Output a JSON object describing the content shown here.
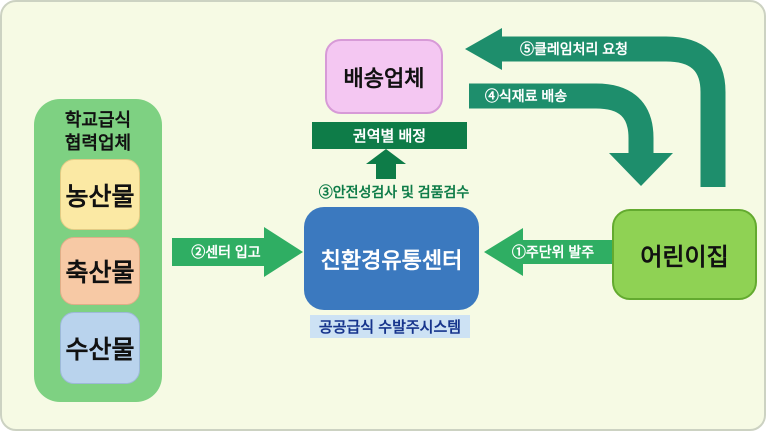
{
  "left_panel": {
    "title_line1": "학교급식",
    "title_line2": "협력업체",
    "items": [
      {
        "label": "농산물"
      },
      {
        "label": "축산물"
      },
      {
        "label": "수산물"
      }
    ]
  },
  "center": {
    "delivery_company_label": "배송업체",
    "regional_assignment_label": "권역별 배정",
    "safety_inspection_label": "③안전성검사 및 검품검수",
    "distribution_center_label": "친환경유통센터",
    "ordering_system_label": "공공급식 수발주시스템"
  },
  "right": {
    "daycare_label": "어린이집"
  },
  "arrows": {
    "weekly_order_label": "①주단위 발주",
    "center_inbound_label": "②센터 입고",
    "food_delivery_label": "④식재료 배송",
    "claim_request_label": "⑤클레임처리 요청"
  },
  "colors": {
    "canvas_bg": "#f6fae4",
    "panel_green": "#7ed182",
    "agri_bg": "#fbe9a4",
    "livestock_bg": "#f7c9a5",
    "seafood_bg": "#b9d3ed",
    "delivery_pink": "#f4c7f2",
    "center_blue": "#3b79bf",
    "daycare_green": "#8fd254",
    "dark_green": "#0e7c48",
    "teal_arrow": "#1e8e6c",
    "green_arrow": "#2fae63",
    "system_label_bg": "#cde2f4",
    "system_label_text": "#16348c"
  }
}
